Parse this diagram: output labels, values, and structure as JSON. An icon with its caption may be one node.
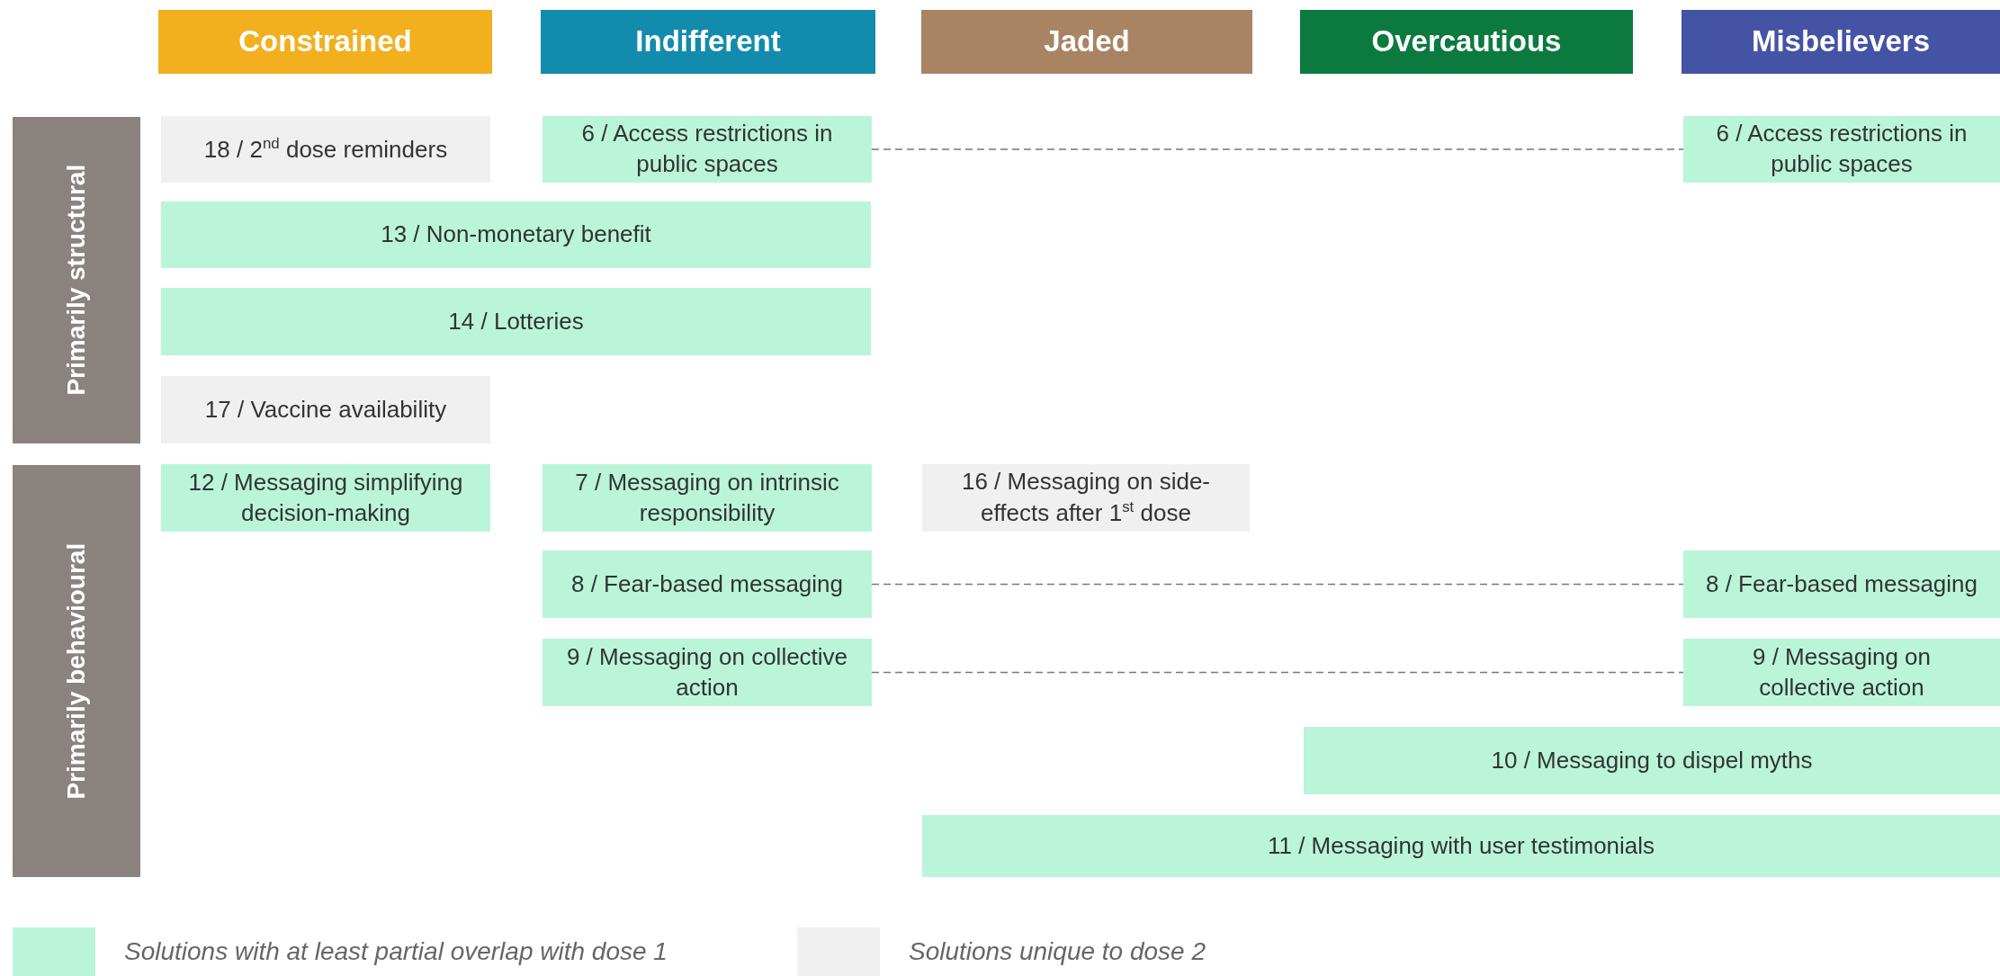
{
  "diagram": {
    "nodes": [
      {
        "text": [
          "Constrained"
        ]
      },
      {
        "text": [
          "Indifferent"
        ]
      },
      {
        "text": [
          "Jaded"
        ]
      },
      {
        "text": [
          "Overcautious"
        ]
      },
      {
        "text": [
          "Misbelievers"
        ]
      },
      {
        "text": [
          "Primarily structural"
        ]
      },
      {
        "text": [
          "18 / 2$^{nd}$ dose reminders"
        ]
      },
      {
        "text": [
          "6 / Access restrictions in public spaces"
        ]
      },
      {
        "text": [
          "6 / Access restrictions in public spaces"
        ]
      },
      {
        "text": [
          "13 / Non-monetary benefit"
        ]
      },
      {
        "text": [
          "14 / Lotteries"
        ]
      },
      {
        "text": [
          "17 / Vaccine availability"
        ]
      },
      {
        "text": [
          "Primarily behavioural"
        ]
      },
      {
        "text": [
          "12 / Messaging simplifying decision-making"
        ]
      },
      {
        "text": [
          "7 / Messaging on intrinsic responsibility"
        ]
      },
      {
        "text": [
          "16 / Messaging on side-effects after 1$^{st}$ dose"
        ]
      },
      {
        "text": [
          "8 / Fear-based messaging"
        ]
      },
      {
        "text": [
          "8 / Fear-based messaging"
        ]
      },
      {
        "text": [
          "9 / Messaging on collective action"
        ]
      },
      {
        "text": [
          "9 / Messaging on collective action"
        ]
      },
      {
        "text": [
          "10 / Messaging to dispel myths"
        ]
      },
      {
        "text": [
          "11 / Messaging with user testimonials"
        ]
      }
    ],
    "edges": [
      {
        "from": 7,
        "to": 8,
        "arrow": "none",
        "style": "dashed"
      },
      {
        "from": 16,
        "to": 17,
        "arrow": "none",
        "style": "dashed"
      },
      {
        "from": 18,
        "to": 19,
        "arrow": "none",
        "style": "dashed"
      }
    ],
    "legend": [
      {
        "text": "Solutions with at least partial overlap with dose 1",
        "color": "#baf5da"
      },
      {
        "text": "Solutions unique to dose 2",
        "color": "#f0f0f0"
      }
    ]
  }
}
